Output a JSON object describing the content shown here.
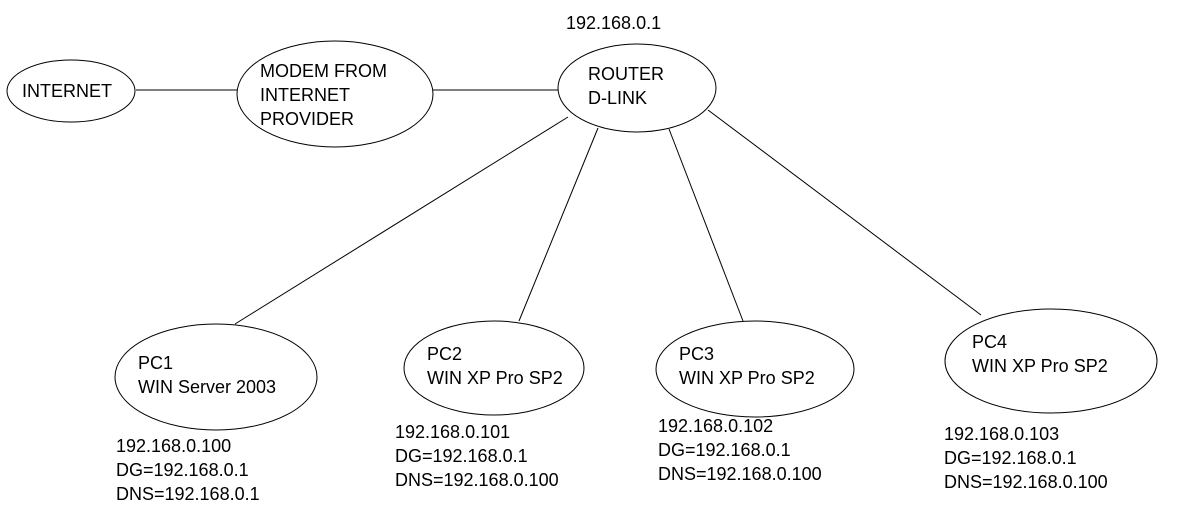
{
  "router_ip": "192.168.0.1",
  "nodes": {
    "internet": {
      "lines": [
        "INTERNET"
      ]
    },
    "modem": {
      "lines": [
        "MODEM FROM",
        "INTERNET",
        "PROVIDER"
      ]
    },
    "router": {
      "lines": [
        "ROUTER",
        "D-LINK"
      ]
    },
    "pc1": {
      "lines": [
        "PC1",
        "WIN Server 2003"
      ],
      "ip": "192.168.0.100",
      "dg": "DG=192.168.0.1",
      "dns": "DNS=192.168.0.1"
    },
    "pc2": {
      "lines": [
        "PC2",
        "WIN XP Pro SP2"
      ],
      "ip": "192.168.0.101",
      "dg": "DG=192.168.0.1",
      "dns": "DNS=192.168.0.100"
    },
    "pc3": {
      "lines": [
        "PC3",
        "WIN XP Pro SP2"
      ],
      "ip": "192.168.0.102",
      "dg": "DG=192.168.0.1",
      "dns": "DNS=192.168.0.100"
    },
    "pc4": {
      "lines": [
        "PC4",
        "WIN XP Pro SP2"
      ],
      "ip": "192.168.0.103",
      "dg": "DG=192.168.0.1",
      "dns": "DNS=192.168.0.100"
    }
  }
}
